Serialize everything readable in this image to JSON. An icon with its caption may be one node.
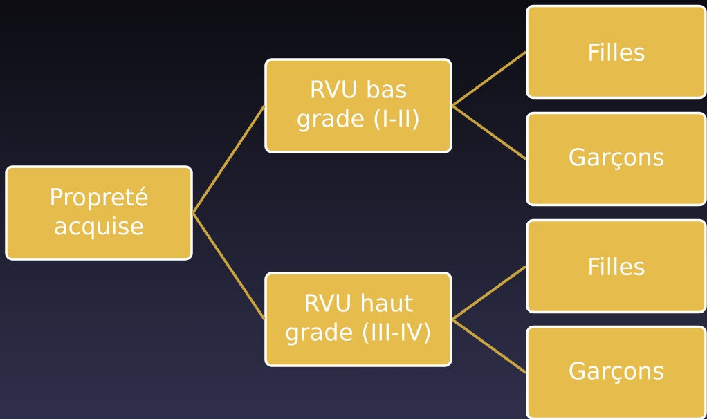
{
  "diagram": {
    "nodes": [
      {
        "text": [
          "Propreté acquise"
        ]
      },
      {
        "text": [
          "RVU bas grade (I-II)"
        ]
      },
      {
        "text": [
          "RVU haut grade (III-IV)"
        ]
      },
      {
        "text": [
          "Filles"
        ]
      },
      {
        "text": [
          "Garçons"
        ]
      },
      {
        "text": [
          "Filles"
        ]
      },
      {
        "text": [
          "Garçons"
        ]
      }
    ],
    "edges": [
      {
        "from": 0,
        "to": 1,
        "arrow": "none"
      },
      {
        "from": 0,
        "to": 2,
        "arrow": "none"
      },
      {
        "from": 1,
        "to": 3,
        "arrow": "none"
      },
      {
        "from": 1,
        "to": 4,
        "arrow": "none"
      },
      {
        "from": 2,
        "to": 5,
        "arrow": "none"
      },
      {
        "from": 2,
        "to": 6,
        "arrow": "none"
      }
    ]
  }
}
